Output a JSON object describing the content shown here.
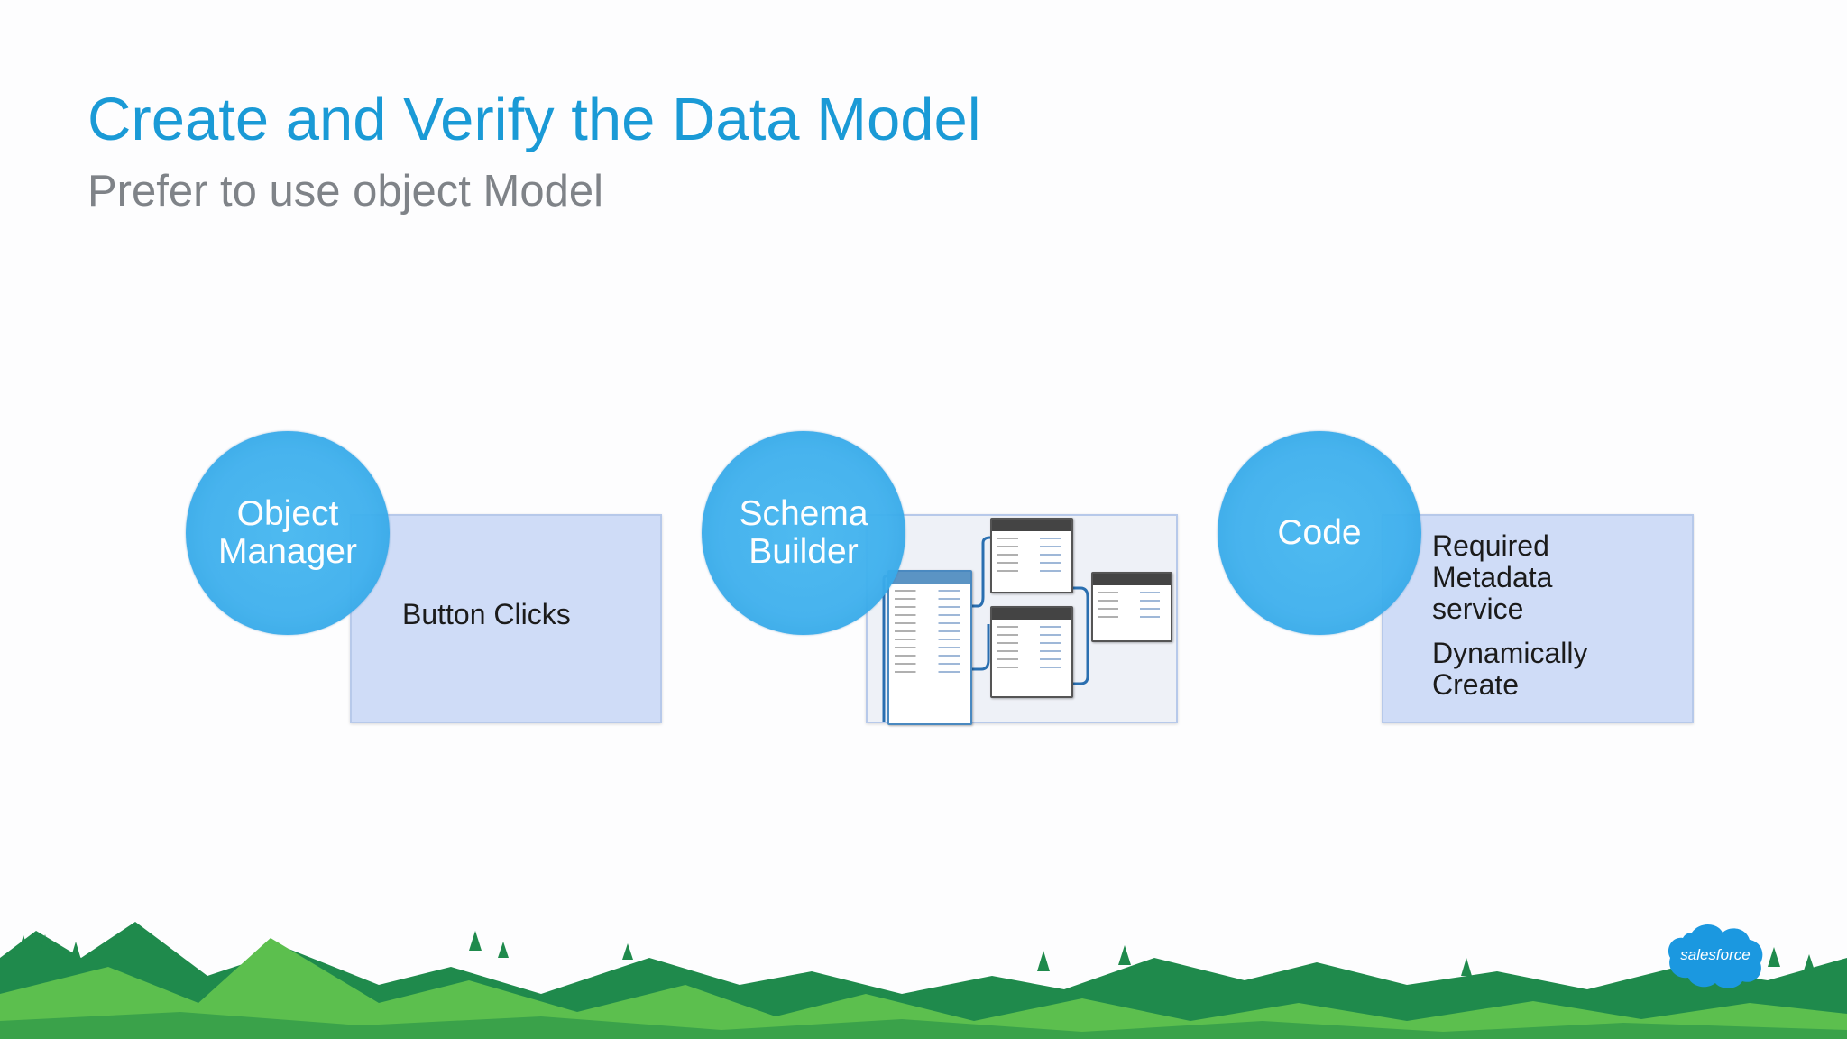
{
  "slide": {
    "title": "Create and Verify the Data Model",
    "subtitle": "Prefer to use object Model"
  },
  "groups": [
    {
      "circle_label": "Object Manager",
      "box_text": "Button Clicks"
    },
    {
      "circle_label": "Schema Builder",
      "box_image": "schema-builder-screenshot"
    },
    {
      "circle_label": "Code",
      "box_lines": [
        "Required Metadata service",
        "Dynamically Create"
      ]
    }
  ],
  "logo": {
    "text": "salesforce"
  },
  "colors": {
    "title": "#1a9ad6",
    "subtitle": "#7f8388",
    "circle": "#3eb0ee",
    "box": "#cfdcf7",
    "hills_dark": "#1f8a4c",
    "hills_light": "#5cbf4e"
  }
}
